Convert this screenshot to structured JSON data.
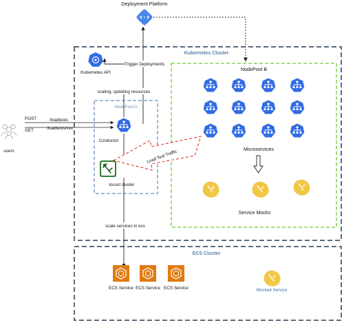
{
  "platform": {
    "title": "Deployment Platform",
    "color": "#4a86e8",
    "icon": "deployment-platform-icon"
  },
  "kubernetes_cluster": {
    "title": "Kubernetes Cluster",
    "border_color": "#5b6b7a"
  },
  "ecs_cluster": {
    "title": "ECS Cluster",
    "border_color": "#5b6b7a"
  },
  "kubernetes_api": {
    "label": "Kubernetes API",
    "color": "#326ce5",
    "icon": "kubernetes-api-icon"
  },
  "nodepool_a": {
    "title": "NodePool A",
    "border_color": "#6c8ebf"
  },
  "nodepool_b": {
    "title": "NodePool B",
    "border_color": "#66cc33",
    "microservices_label": "Microservices",
    "mocks_label": "Service Mocks",
    "microservice_color": "#326ce5",
    "mock_color": "#f2c744"
  },
  "users": {
    "label": "users",
    "icon": "users-icon"
  },
  "conductor": {
    "label": "Conductor",
    "icon": "deployment-icon"
  },
  "locust": {
    "label": "locust cluster",
    "icon": "locust-icon"
  },
  "ecs_services": [
    {
      "label": "ECS Service"
    },
    {
      "label": "ECS Service"
    },
    {
      "label": "ECS Service"
    }
  ],
  "mocked_service": {
    "label": "Mocked Service",
    "color": "#f2c744"
  },
  "edges": {
    "trigger": "Trigger Deployments",
    "scaling": "scaling, updating resources",
    "post": "POST",
    "get": "GET",
    "post_path": "/loadtests",
    "get_path": "/loadtests/xxx",
    "load_traffic": "Load Test Traffic",
    "scale_ecs": "scale services in ecs"
  },
  "colors": {
    "ecs_orange": "#e07b12",
    "traffic_red": "#e02020",
    "arrow_down": "#222222"
  }
}
